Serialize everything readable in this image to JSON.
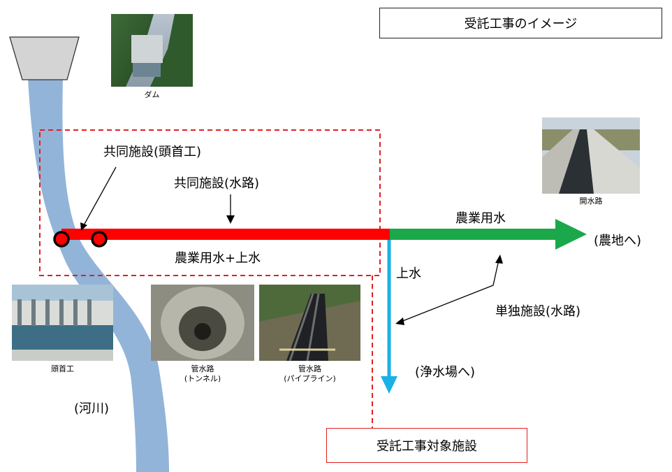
{
  "title": "受託工事のイメージ",
  "target_label": "受託工事対象施設",
  "labels": {
    "joint_headworks": "共同施設(頭首工)",
    "joint_canal": "共同施設(水路)",
    "agri_plus_water": "農業用水+上水",
    "agri_water": "農業用水",
    "to_farmland": "(農地へ)",
    "water_supply": "上水",
    "single_canal": "単独施設(水路)",
    "to_purification": "(浄水場へ)",
    "river": "(河川)"
  },
  "captions": {
    "dam": "ダム",
    "open_canal": "開水路",
    "headworks": "頭首工",
    "pipe_tunnel_1": "管水路",
    "pipe_tunnel_2": "(トンネル)",
    "pipe_pipeline_1": "管水路",
    "pipe_pipeline_2": "(パイプライン)"
  },
  "colors": {
    "river": "#92b4d8",
    "joint_canal": "#ff0000",
    "agri_canal": "#1aa84b",
    "water_canal": "#19b1e6",
    "target_outline": "#e02020"
  }
}
